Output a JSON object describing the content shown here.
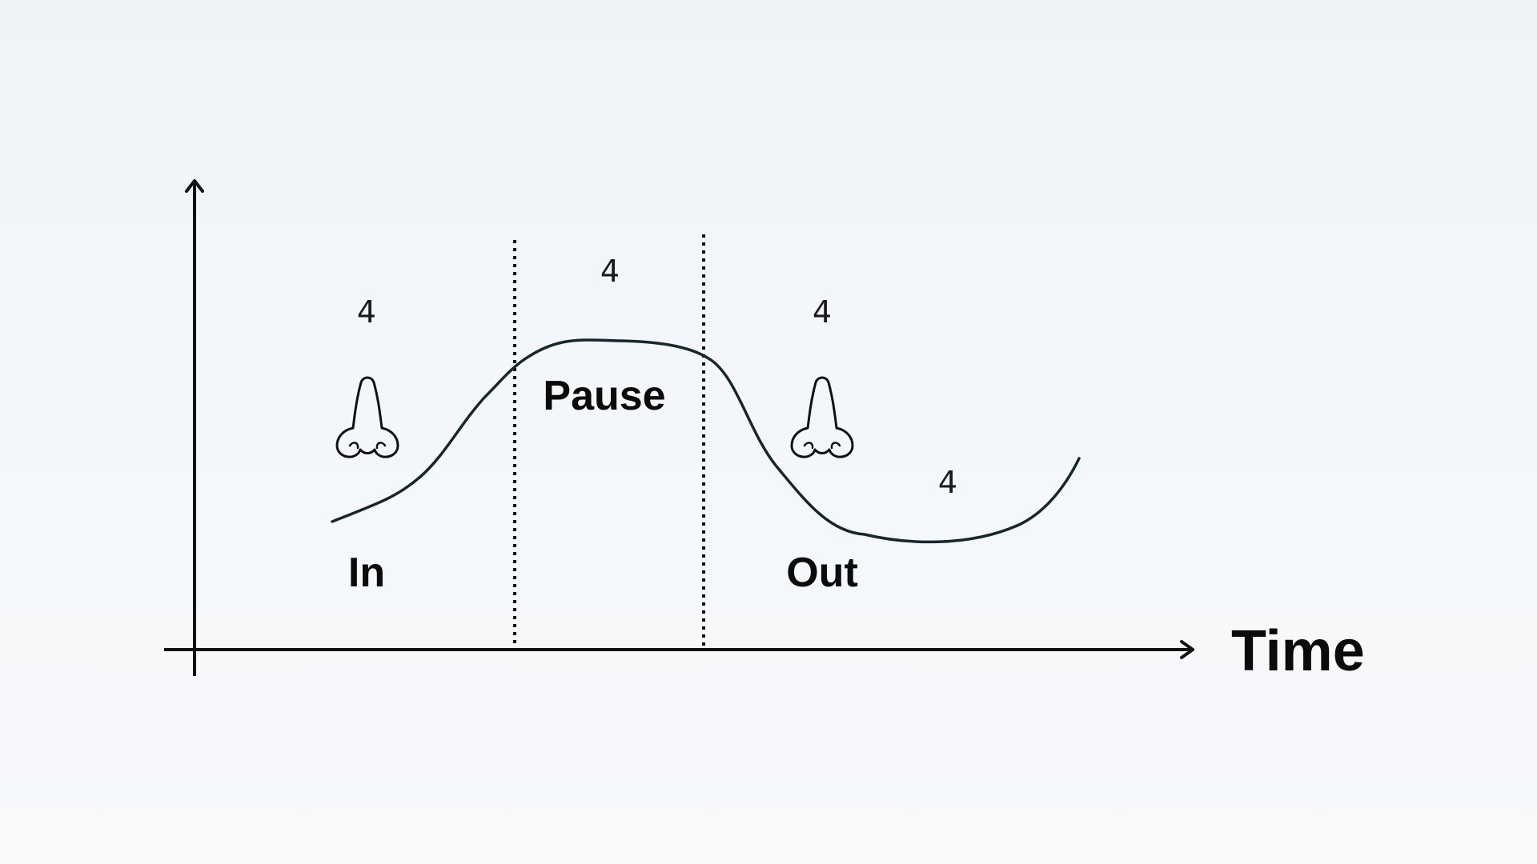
{
  "diagram": {
    "x_axis_label": "Time",
    "phases": {
      "in": {
        "label": "In",
        "count": "4",
        "icon": "nose-icon"
      },
      "pause": {
        "label": "Pause",
        "count": "4"
      },
      "out": {
        "label": "Out",
        "count": "4",
        "icon": "nose-icon"
      },
      "rest": {
        "count": "4"
      }
    },
    "colors": {
      "axis": "#111111",
      "curve": "#17262b",
      "divider": "#111111",
      "text": "#0b0b0b"
    }
  }
}
